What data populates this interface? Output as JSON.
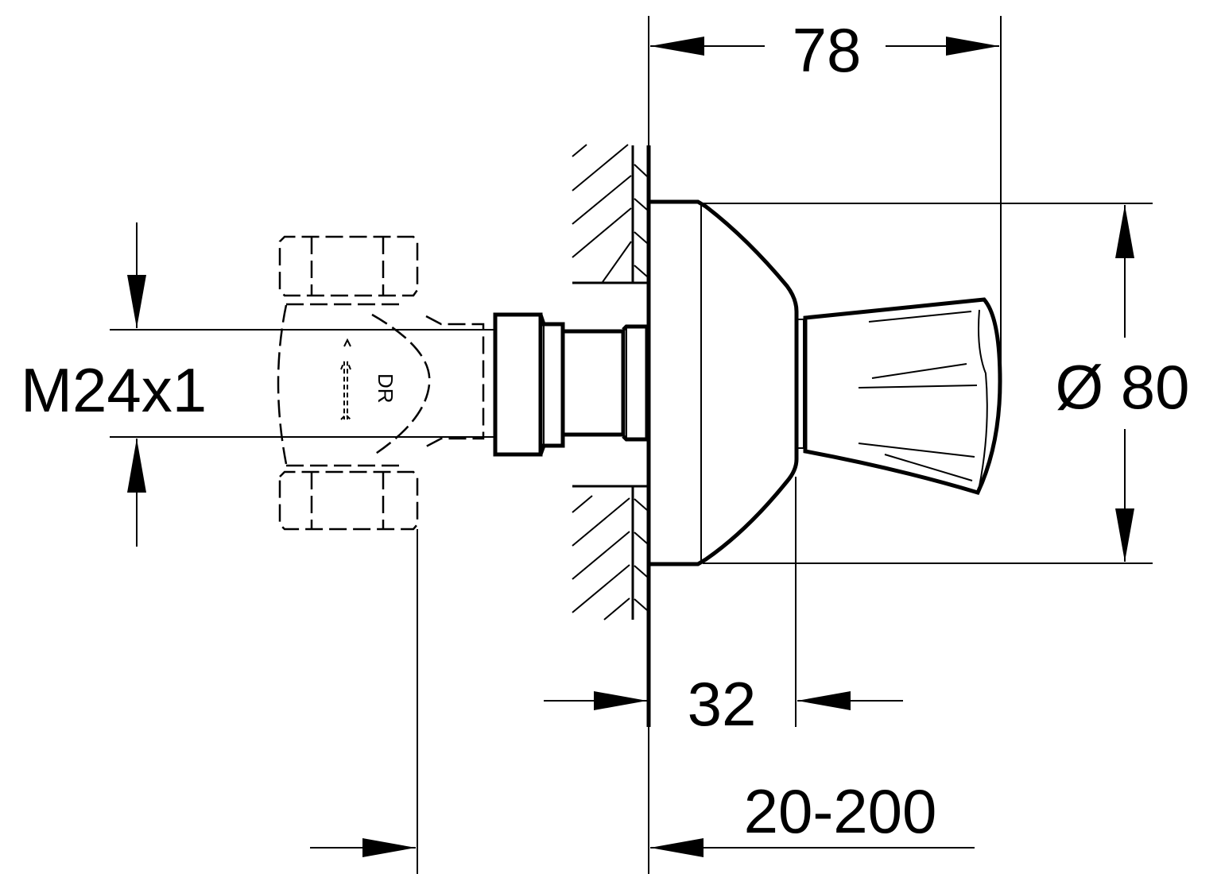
{
  "drawing": {
    "title": "Concealed stop valve – technical dimension drawing",
    "line_color": "#000000",
    "background": "#ffffff"
  },
  "dimensions": {
    "overall_projection": "78",
    "rosette_diameter": "Ø 80",
    "rosette_depth": "32",
    "wall_thickness_range": "20-200",
    "thread_size": "M24x1"
  },
  "labels": {
    "valve_body_marking": "DR"
  }
}
